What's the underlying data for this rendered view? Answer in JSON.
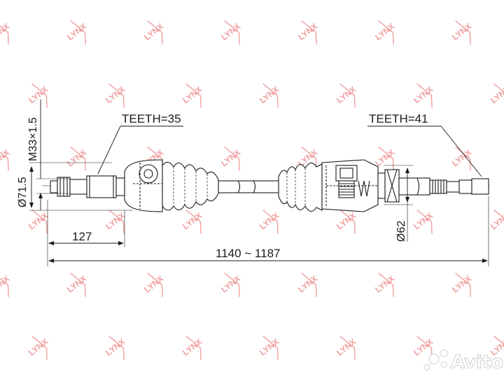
{
  "watermark": {
    "text": "LYNX",
    "color": "#f0a0a0"
  },
  "labels": {
    "teeth_left": "TEETH=35",
    "teeth_right": "TEETH=41",
    "thread": "M33×1.5",
    "dia_left": "Ø71.5",
    "dia_right": "Ø62",
    "length_left": "127",
    "length_total": "1140 ~ 1187"
  },
  "avito": {
    "text": "Avito"
  }
}
